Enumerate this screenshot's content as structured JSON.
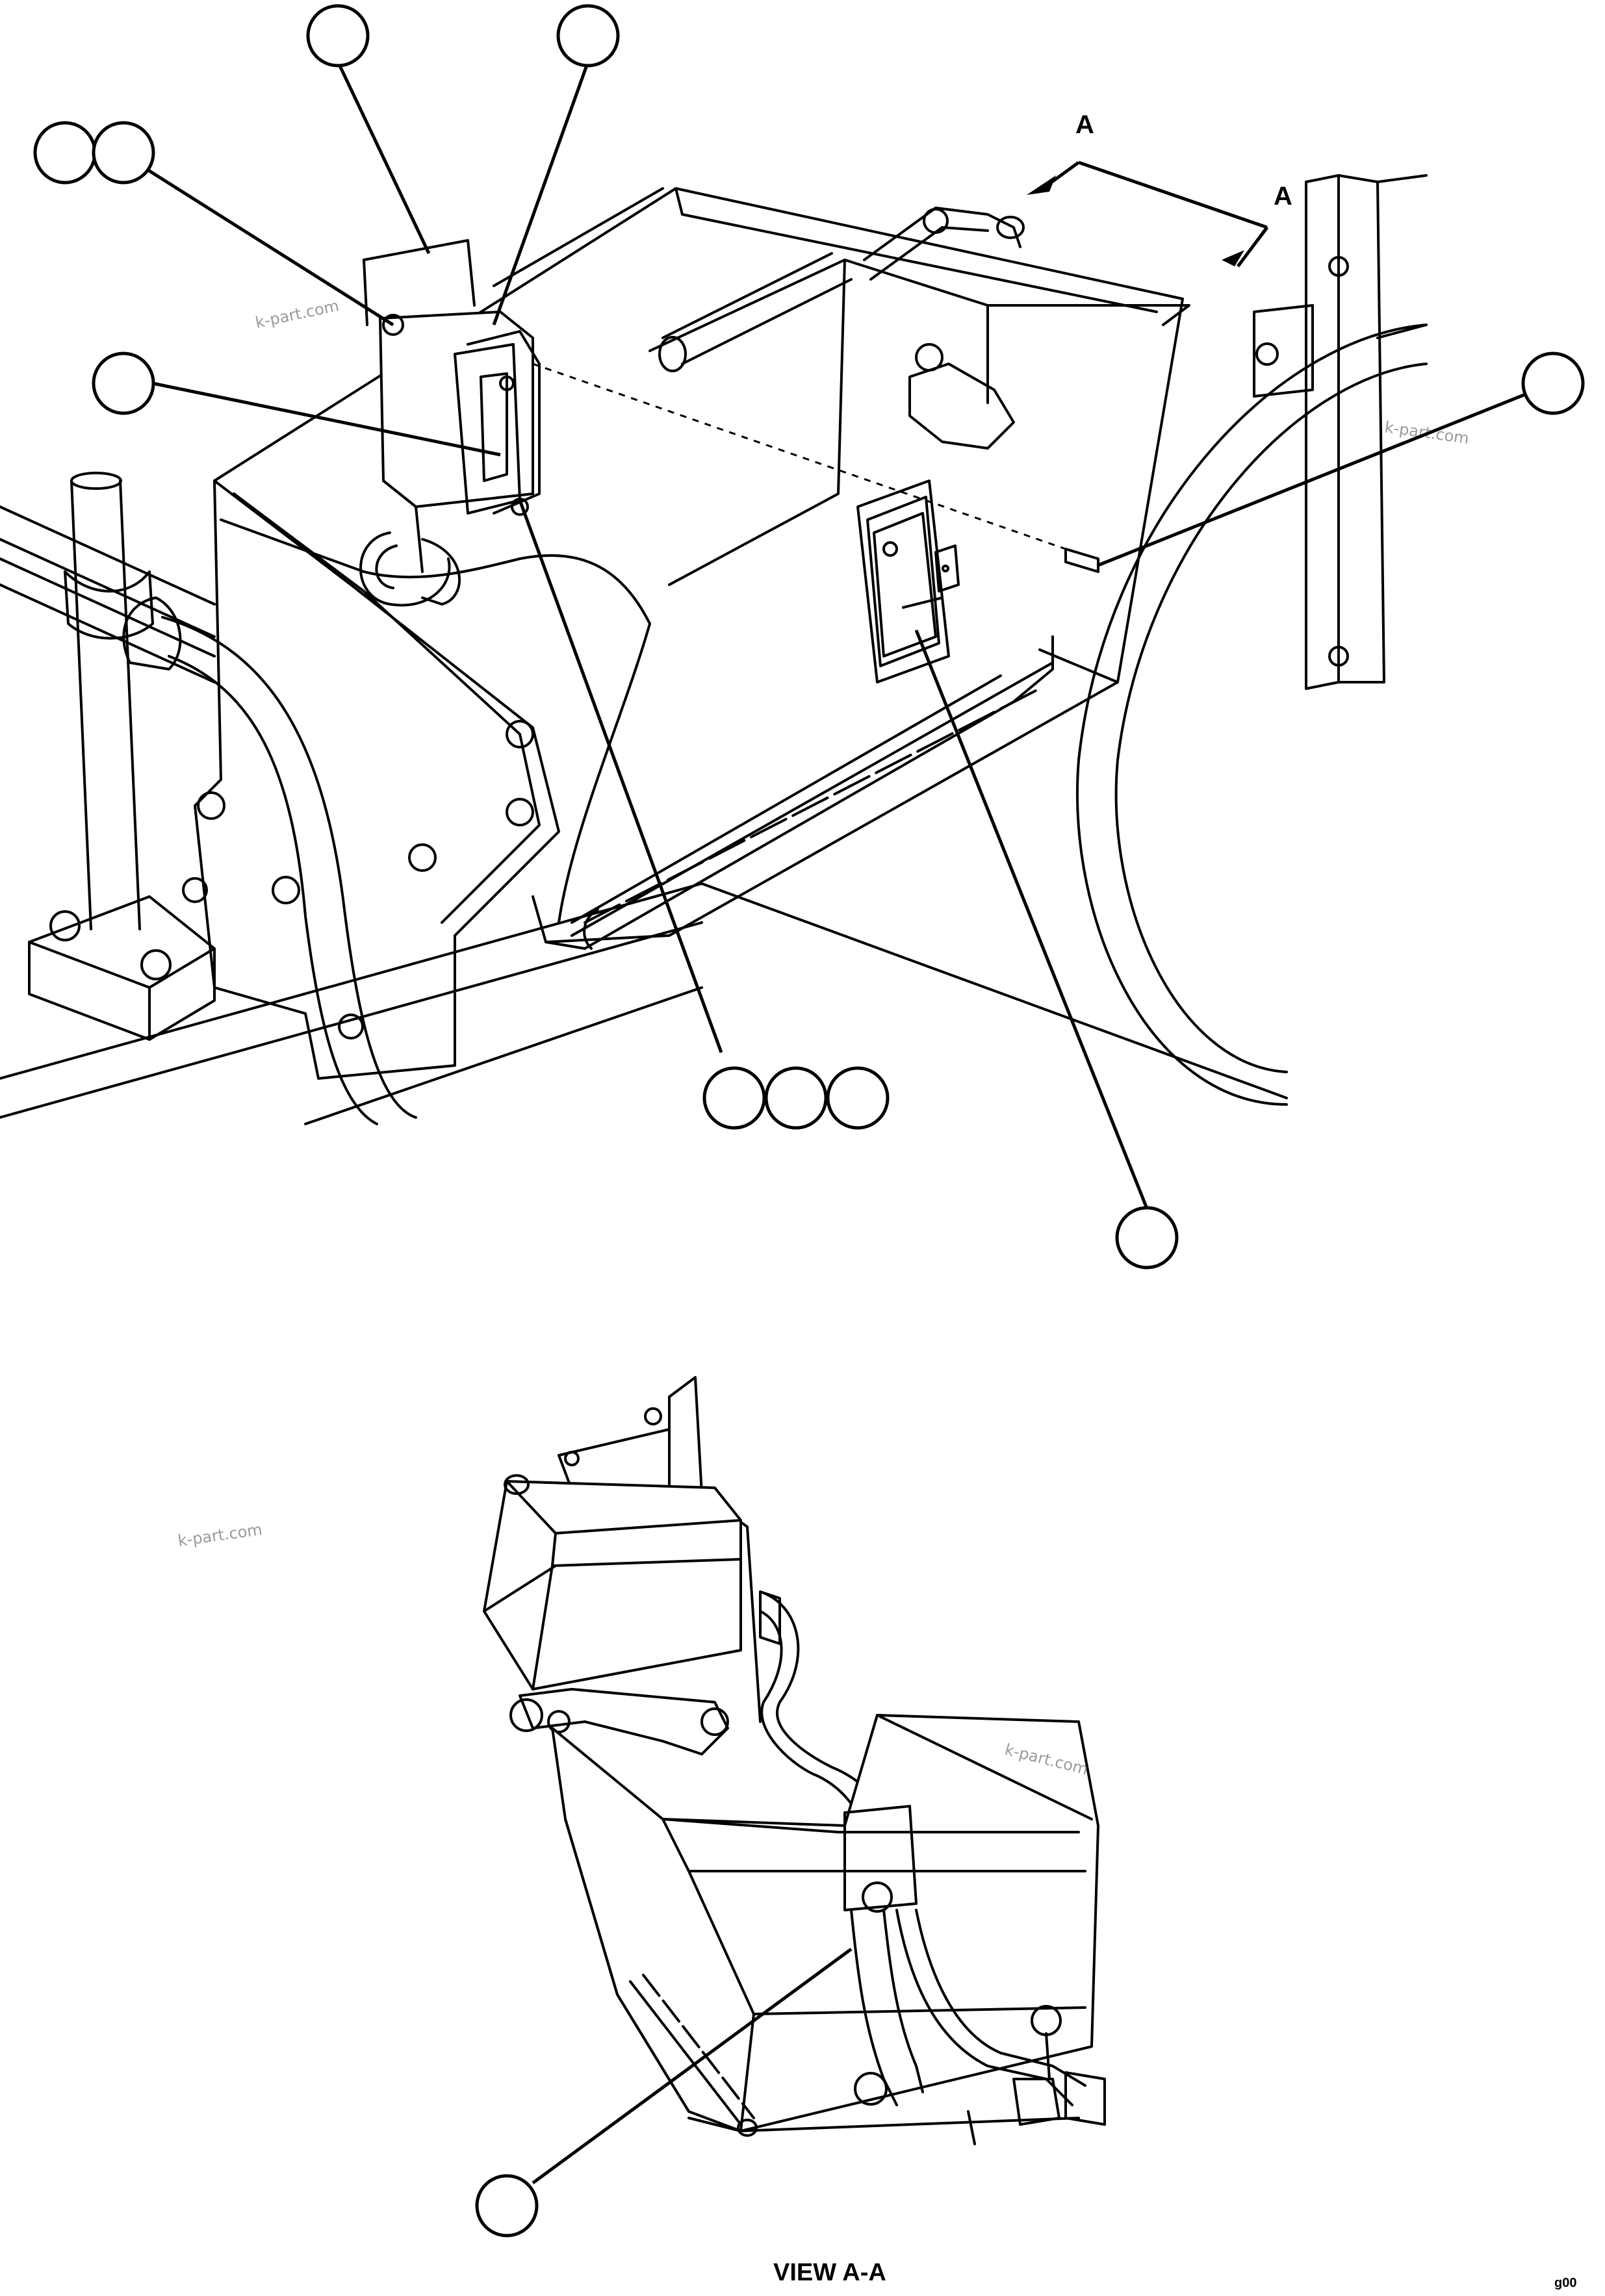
{
  "section_marker": "A",
  "view_title": "VIEW A-A",
  "watermark": "k-part.com",
  "corner_code": "g00"
}
